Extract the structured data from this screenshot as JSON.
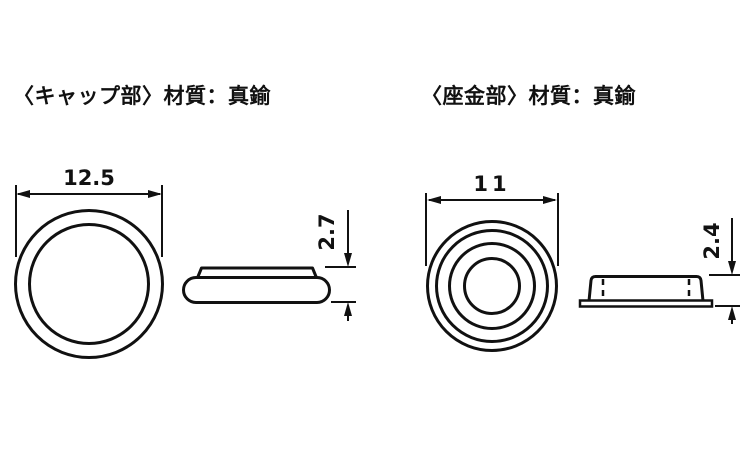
{
  "canvas": {
    "background_color": "#ffffff",
    "line_color": "#111111"
  },
  "cap": {
    "title": "〈キャップ部〉材質：真鍮",
    "diameter_label": "12.5",
    "height_label": "2.7"
  },
  "washer": {
    "title": "〈座金部〉材質：真鍮",
    "diameter_label": "11",
    "height_label": "2.4"
  }
}
